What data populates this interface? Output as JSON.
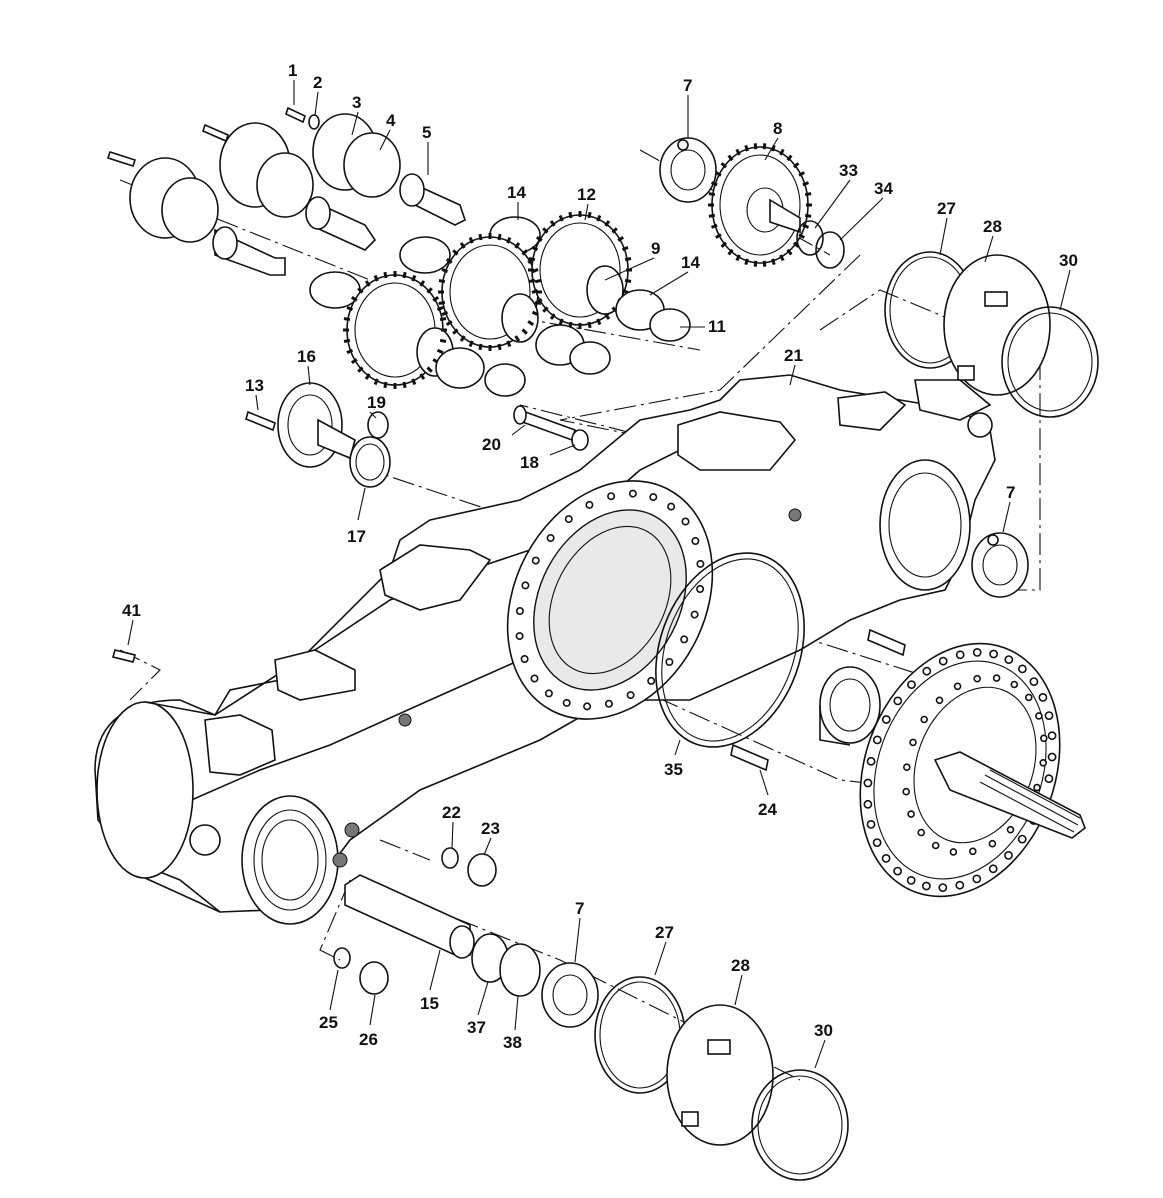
{
  "callouts": [
    {
      "key": "c1",
      "text": "1"
    },
    {
      "key": "c2",
      "text": "2"
    },
    {
      "key": "c3",
      "text": "3"
    },
    {
      "key": "c4",
      "text": "4"
    },
    {
      "key": "c5",
      "text": "5"
    },
    {
      "key": "c7a",
      "text": "7"
    },
    {
      "key": "c8",
      "text": "8"
    },
    {
      "key": "c33",
      "text": "33"
    },
    {
      "key": "c34",
      "text": "34"
    },
    {
      "key": "c27a",
      "text": "27"
    },
    {
      "key": "c28a",
      "text": "28"
    },
    {
      "key": "c30a",
      "text": "30"
    },
    {
      "key": "c14a",
      "text": "14"
    },
    {
      "key": "c12",
      "text": "12"
    },
    {
      "key": "c9",
      "text": "9"
    },
    {
      "key": "c14b",
      "text": "14"
    },
    {
      "key": "c11",
      "text": "11"
    },
    {
      "key": "c21",
      "text": "21"
    },
    {
      "key": "c16",
      "text": "16"
    },
    {
      "key": "c13",
      "text": "13"
    },
    {
      "key": "c19",
      "text": "19"
    },
    {
      "key": "c20",
      "text": "20"
    },
    {
      "key": "c18",
      "text": "18"
    },
    {
      "key": "c17",
      "text": "17"
    },
    {
      "key": "c7b",
      "text": "7"
    },
    {
      "key": "c41",
      "text": "41"
    },
    {
      "key": "c35",
      "text": "35"
    },
    {
      "key": "c24",
      "text": "24"
    },
    {
      "key": "c22",
      "text": "22"
    },
    {
      "key": "c23",
      "text": "23"
    },
    {
      "key": "c7c",
      "text": "7"
    },
    {
      "key": "c27b",
      "text": "27"
    },
    {
      "key": "c28b",
      "text": "28"
    },
    {
      "key": "c30b",
      "text": "30"
    },
    {
      "key": "c25",
      "text": "25"
    },
    {
      "key": "c26",
      "text": "26"
    },
    {
      "key": "c15",
      "text": "15"
    },
    {
      "key": "c37",
      "text": "37"
    },
    {
      "key": "c38",
      "text": "38"
    }
  ]
}
